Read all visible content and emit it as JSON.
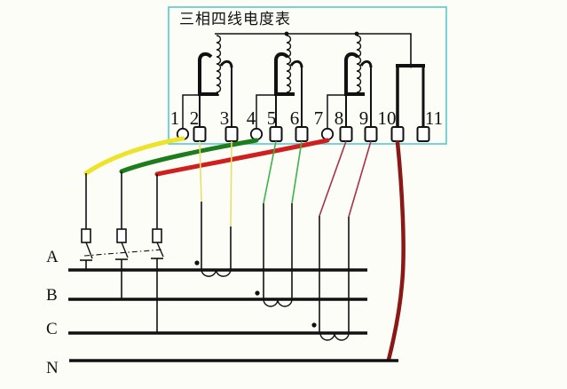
{
  "diagram": {
    "title": "三相四线电度表",
    "meter": {
      "terminals": [
        {
          "label": "1"
        },
        {
          "label": "2"
        },
        {
          "label": "3"
        },
        {
          "label": "4"
        },
        {
          "label": "5"
        },
        {
          "label": "6"
        },
        {
          "label": "7"
        },
        {
          "label": "8"
        },
        {
          "label": "9"
        },
        {
          "label": "10"
        },
        {
          "label": "11"
        }
      ]
    },
    "bus": {
      "labels": [
        "A",
        "B",
        "C",
        "N"
      ]
    },
    "colors": {
      "box_border": "#55cbcb",
      "phase_a_wire": "#ece32a",
      "phase_b_wire": "#1d7d1d",
      "phase_c_wire": "#d01f1f",
      "neutral_wire": "#8b1717",
      "ct_lead_a": "#e6e06a",
      "ct_lead_b": "#3db24a",
      "ct_lead_c": "#a83246",
      "line": "#111111"
    }
  }
}
